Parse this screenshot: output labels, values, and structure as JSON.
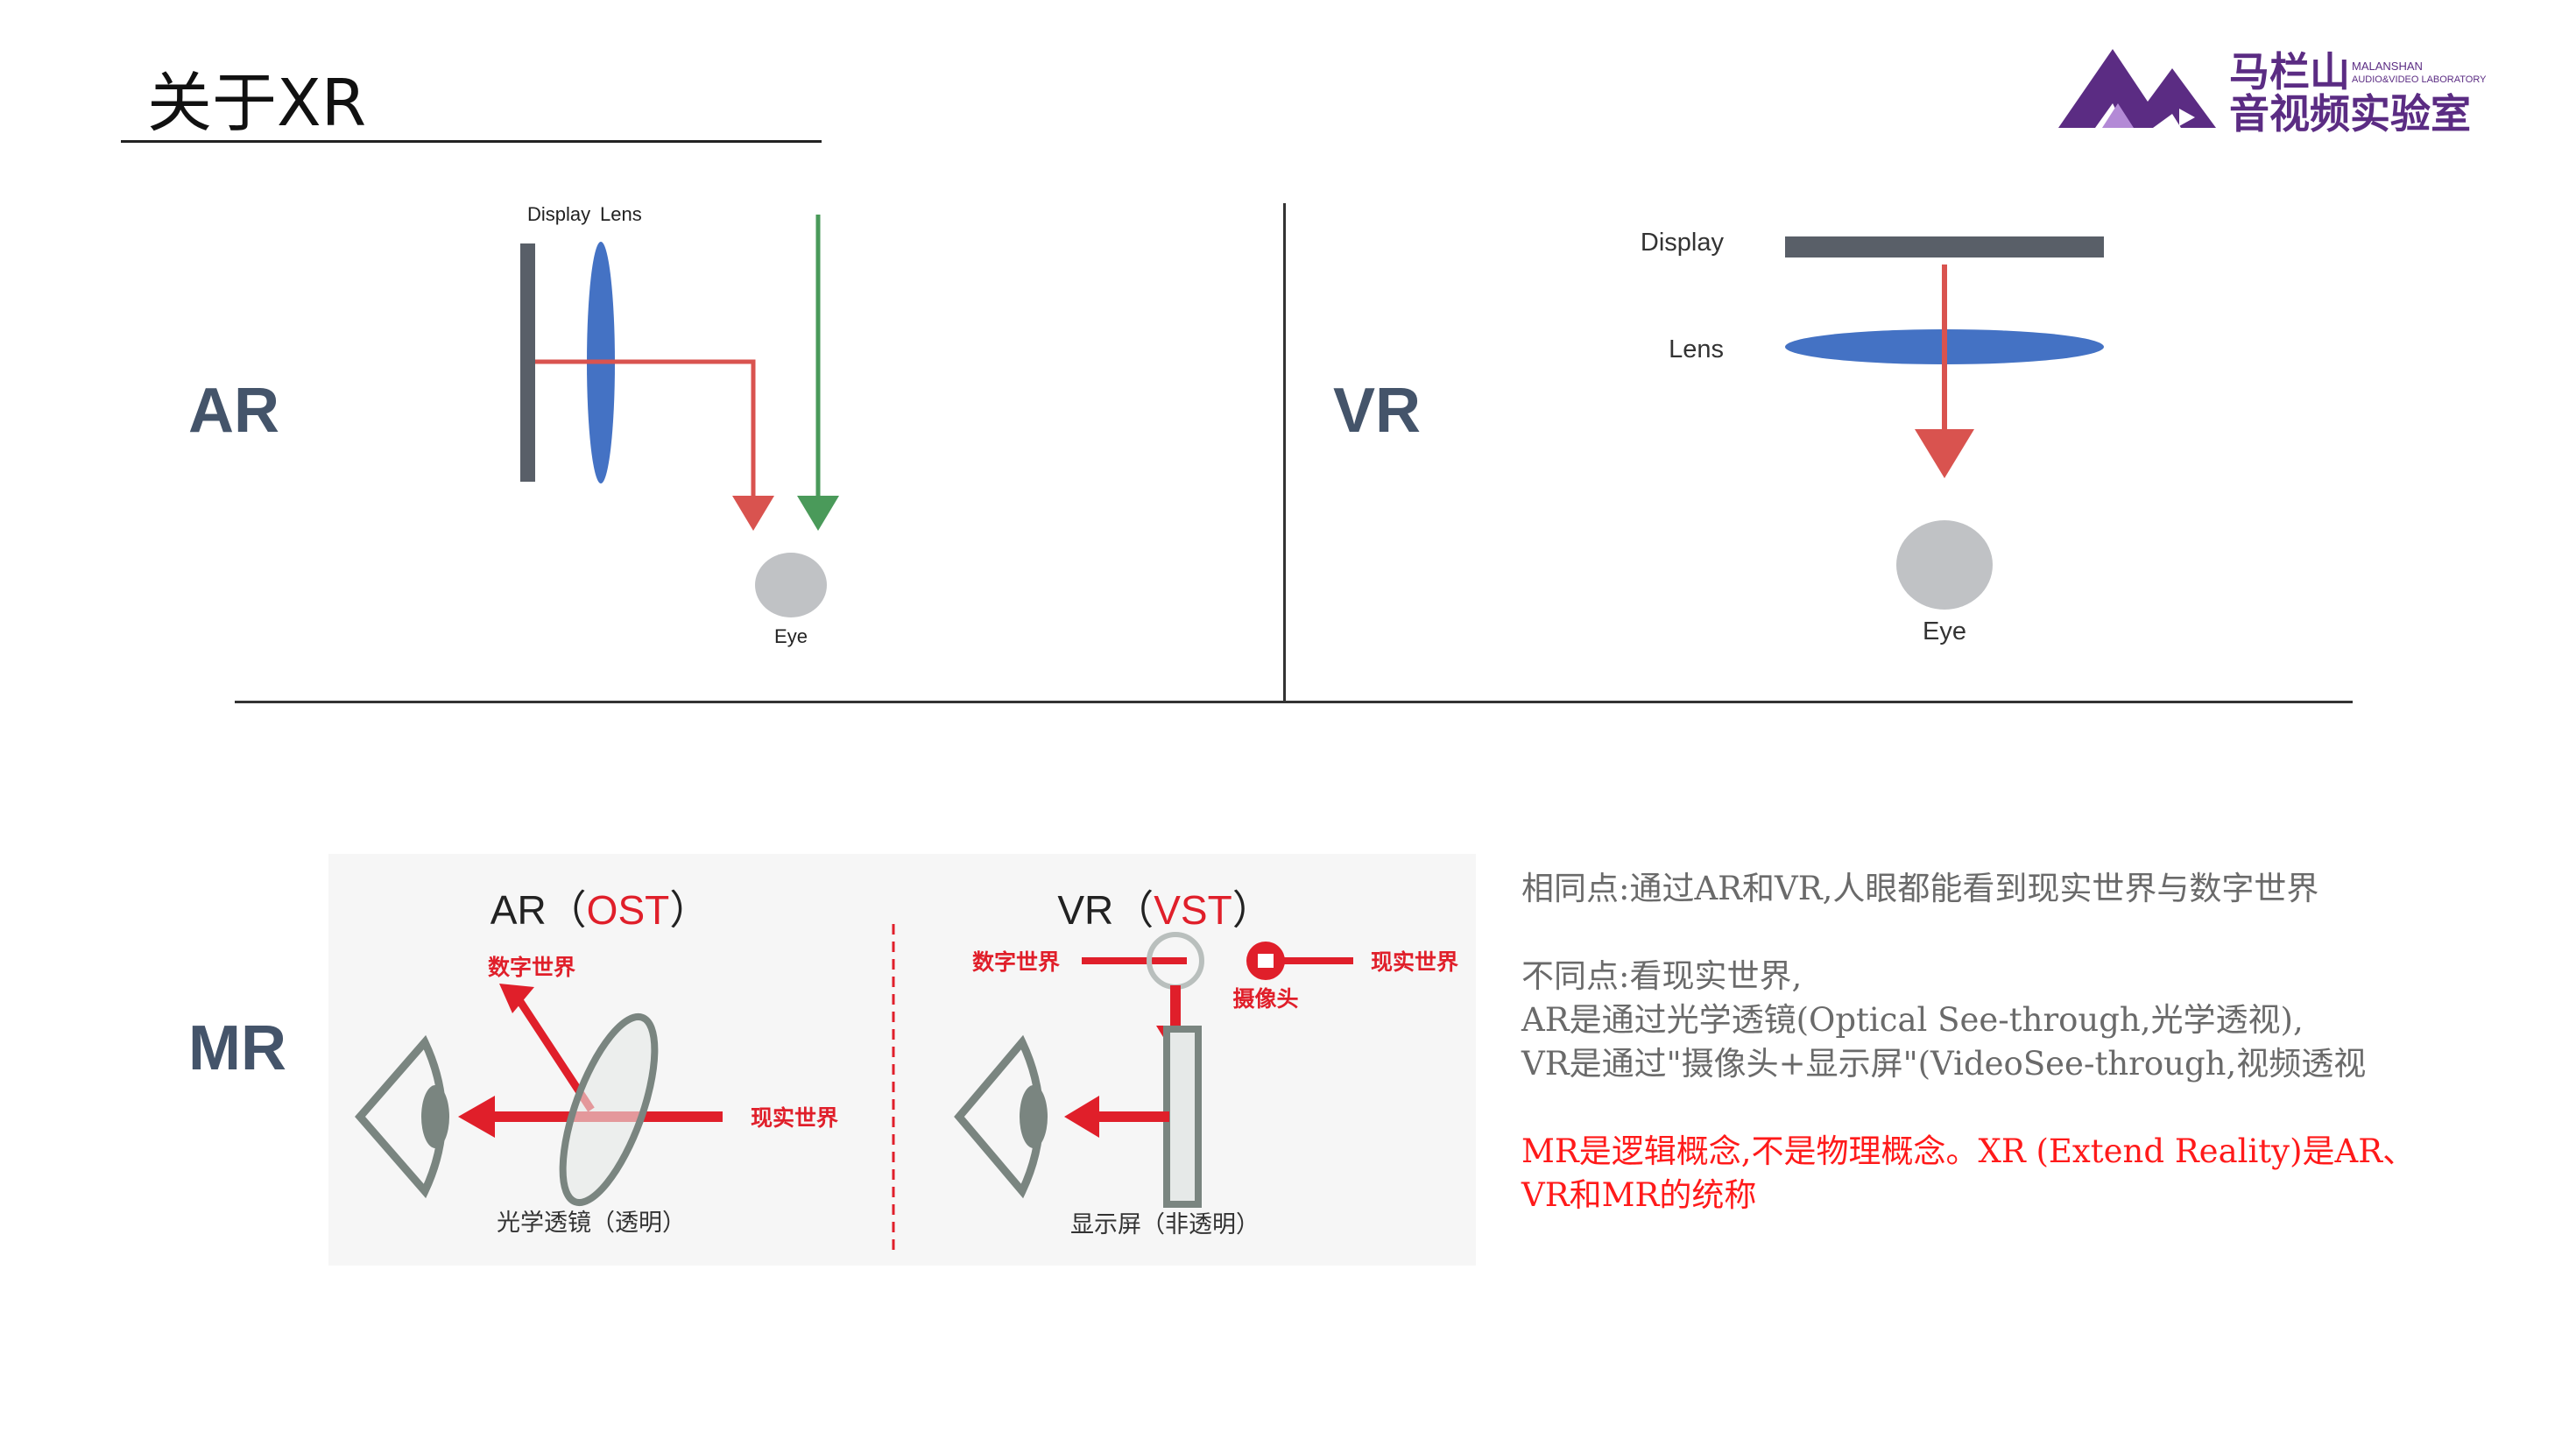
{
  "page": {
    "title": "关于XR"
  },
  "logo": {
    "name_cn_line1": "马栏山",
    "name_cn_line2": "音视频实验室",
    "name_en_line1": "MALANSHAN",
    "name_en_line2": "AUDIO&VIDEO LABORATORY"
  },
  "sections": {
    "ar": {
      "label": "AR"
    },
    "vr": {
      "label": "VR"
    },
    "mr": {
      "label": "MR"
    }
  },
  "ar_diagram": {
    "display": "Display",
    "lens": "Lens",
    "eye": "Eye"
  },
  "vr_diagram": {
    "display": "Display",
    "lens": "Lens",
    "eye": "Eye"
  },
  "mr_image": {
    "left_title_prefix": "AR（",
    "left_title_accent": "OST",
    "left_title_suffix": "）",
    "left_digital": "数字世界",
    "left_real": "现实世界",
    "left_caption": "光学透镜（透明）",
    "right_title_prefix": "VR（",
    "right_title_accent": "VST",
    "right_title_suffix": "）",
    "right_digital": "数字世界",
    "right_real": "现实世界",
    "right_camera": "摄像头",
    "right_caption": "显示屏（非透明）"
  },
  "mr_text": {
    "same": "相同点:通过AR和VR,人眼都能看到现实世界与数字世界",
    "diff_line1": "不同点:看现实世界,",
    "diff_line2": "AR是通过光学透镜(Optical See-through,光学透视),",
    "diff_line3": "VR是通过\"摄像头+显示屏\"(VideoSee-through,视频透视",
    "note_line1": "MR是逻辑概念,不是物理概念。XR (Extend Reality)是AR、",
    "note_line2": "VR和MR的统称"
  },
  "colors": {
    "accent_red": "#e01f2a",
    "arrow_red": "#d9534f",
    "arrow_green": "#4a9a5a",
    "lens_blue": "#4472c4",
    "display_gray": "#595f68",
    "eye_gray": "#c0c2c5",
    "label_slate": "#44546a",
    "logo_purple": "#5b2c83"
  }
}
